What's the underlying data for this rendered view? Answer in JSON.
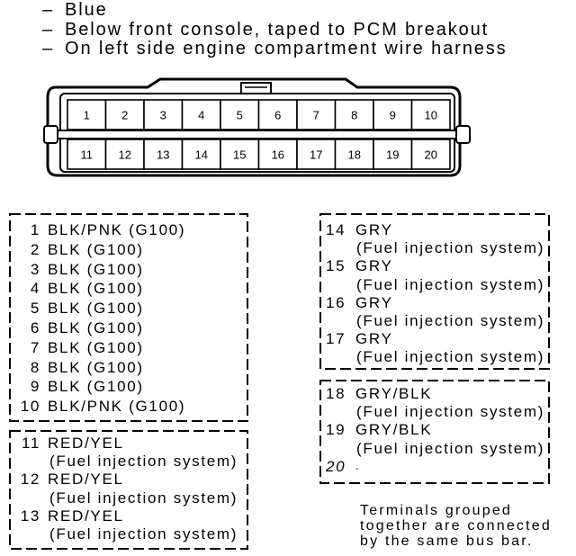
{
  "notes": {
    "bullet": "–",
    "lines": [
      "Blue",
      "Below front console, taped to PCM breakout",
      "On left side engine compartment wire harness"
    ]
  },
  "connector": {
    "top_row": [
      "1",
      "2",
      "3",
      "4",
      "5",
      "6",
      "7",
      "8",
      "9",
      "10"
    ],
    "bottom_row": [
      "11",
      "12",
      "13",
      "14",
      "15",
      "16",
      "17",
      "18",
      "19",
      "20"
    ]
  },
  "groups": [
    {
      "terminals": [
        {
          "num": "1",
          "wire": "BLK/PNK (G100)"
        },
        {
          "num": "2",
          "wire": "BLK (G100)"
        },
        {
          "num": "3",
          "wire": "BLK (G100)"
        },
        {
          "num": "4",
          "wire": "BLK (G100)"
        },
        {
          "num": "5",
          "wire": "BLK (G100)"
        },
        {
          "num": "6",
          "wire": "BLK (G100)"
        },
        {
          "num": "7",
          "wire": "BLK (G100)"
        },
        {
          "num": "8",
          "wire": "BLK (G100)"
        },
        {
          "num": "9",
          "wire": "BLK (G100)"
        },
        {
          "num": "10",
          "wire": "BLK/PNK (G100)"
        }
      ]
    },
    {
      "terminals": [
        {
          "num": "11",
          "wire": "RED/YEL",
          "circuit": "(Fuel injection system)"
        },
        {
          "num": "12",
          "wire": "RED/YEL",
          "circuit": "(Fuel injection system)"
        },
        {
          "num": "13",
          "wire": "RED/YEL",
          "circuit": "(Fuel injection system)"
        }
      ]
    },
    {
      "terminals": [
        {
          "num": "14",
          "wire": "GRY",
          "circuit": "(Fuel injection system)"
        },
        {
          "num": "15",
          "wire": "GRY",
          "circuit": "(Fuel injection system)"
        },
        {
          "num": "16",
          "wire": "GRY",
          "circuit": "(Fuel injection system)"
        },
        {
          "num": "17",
          "wire": "GRY",
          "circuit": "(Fuel injection system)"
        }
      ]
    },
    {
      "terminals": [
        {
          "num": "18",
          "wire": "GRY/BLK",
          "circuit": "(Fuel injection system)"
        },
        {
          "num": "19",
          "wire": "GRY/BLK",
          "circuit": "(Fuel injection system)"
        },
        {
          "num": "20",
          "wire": "-"
        }
      ]
    }
  ],
  "footnote": {
    "lines": [
      "Terminals grouped",
      "together are connected",
      "by the same bus bar."
    ]
  }
}
